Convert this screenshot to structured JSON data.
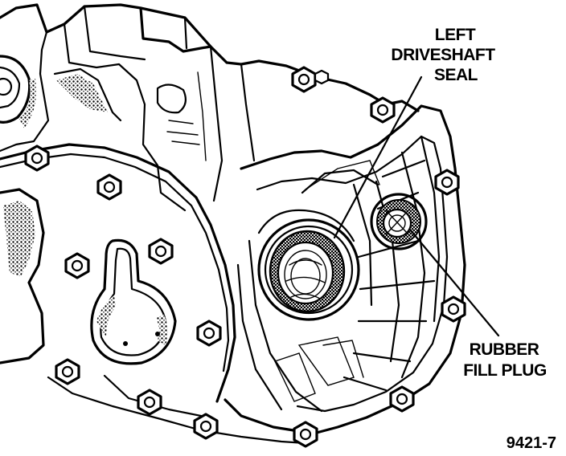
{
  "labels": {
    "seal_line1": "LEFT",
    "seal_line2": "DRIVESHAFT",
    "seal_line3": "SEAL",
    "plug_line1": "RUBBER",
    "plug_line2": "FILL PLUG",
    "figure_number": "9421-7"
  },
  "colors": {
    "ink": "#000000",
    "paper": "#ffffff"
  }
}
